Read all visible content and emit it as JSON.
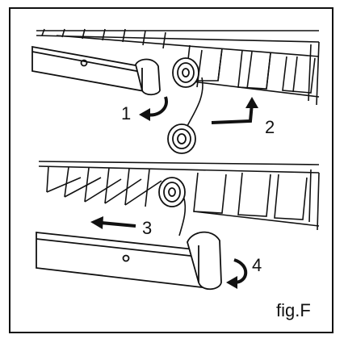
{
  "figure": {
    "caption": "fig.F",
    "step_labels": [
      "1",
      "2",
      "3",
      "4"
    ]
  },
  "colors": {
    "ink": "#111111",
    "paper": "#ffffff"
  },
  "icons": [
    "wheel-icon",
    "curved-arrow-icon",
    "straight-arrow-icon",
    "end-cap-icon",
    "wire-basket-icon",
    "rail-icon"
  ]
}
